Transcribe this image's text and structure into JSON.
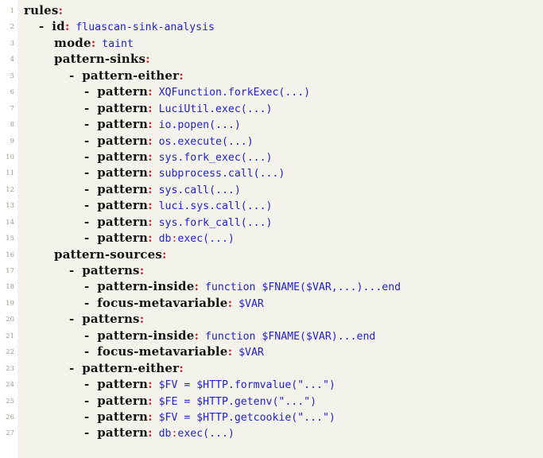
{
  "document": {
    "kind": "code-listing",
    "language": "yaml",
    "background_color": "#f3f2eb",
    "page_background_color": "#ffffff",
    "line_number_color": "#9a9a93",
    "key_color": "#141414",
    "colon_color": "#c8282d",
    "value_color": "#2222d0",
    "first_line_number": 1,
    "last_line_number": 27,
    "total_lines": 27
  },
  "lines": [
    {
      "n": "1",
      "indent": 0,
      "dash": false,
      "key": "rules",
      "value": ""
    },
    {
      "n": "2",
      "indent": 1,
      "dash": true,
      "key": "id",
      "value": "fluascan-sink-analysis"
    },
    {
      "n": "3",
      "indent": 2,
      "dash": false,
      "key": "mode",
      "value": "taint"
    },
    {
      "n": "4",
      "indent": 2,
      "dash": false,
      "key": "pattern-sinks",
      "value": ""
    },
    {
      "n": "5",
      "indent": 3,
      "dash": true,
      "key": "pattern-either",
      "value": ""
    },
    {
      "n": "6",
      "indent": 4,
      "dash": true,
      "key": "pattern",
      "value": "XQFunction.forkExec(...)"
    },
    {
      "n": "7",
      "indent": 4,
      "dash": true,
      "key": "pattern",
      "value": "LuciUtil.exec(...)"
    },
    {
      "n": "8",
      "indent": 4,
      "dash": true,
      "key": "pattern",
      "value": "io.popen(...)"
    },
    {
      "n": "9",
      "indent": 4,
      "dash": true,
      "key": "pattern",
      "value": "os.execute(...)"
    },
    {
      "n": "10",
      "indent": 4,
      "dash": true,
      "key": "pattern",
      "value": "sys.fork_exec(...)"
    },
    {
      "n": "11",
      "indent": 4,
      "dash": true,
      "key": "pattern",
      "value": "subprocess.call(...)"
    },
    {
      "n": "12",
      "indent": 4,
      "dash": true,
      "key": "pattern",
      "value": "sys.call(...)"
    },
    {
      "n": "13",
      "indent": 4,
      "dash": true,
      "key": "pattern",
      "value": "luci.sys.call(...)"
    },
    {
      "n": "14",
      "indent": 4,
      "dash": true,
      "key": "pattern",
      "value": "sys.fork_call(...)"
    },
    {
      "n": "15",
      "indent": 4,
      "dash": true,
      "key": "pattern",
      "value_parts": [
        {
          "t": "db",
          "c": "v"
        },
        {
          "t": ":",
          "c": "r"
        },
        {
          "t": "exec(...)",
          "c": "v"
        }
      ],
      "value": "db:exec(...)"
    },
    {
      "n": "16",
      "indent": 2,
      "dash": false,
      "key": "pattern-sources",
      "value": ""
    },
    {
      "n": "17",
      "indent": 3,
      "dash": true,
      "key": "patterns",
      "value": ""
    },
    {
      "n": "18",
      "indent": 4,
      "dash": true,
      "key": "pattern-inside",
      "value": "function $FNAME($VAR,...)...end"
    },
    {
      "n": "19",
      "indent": 4,
      "dash": true,
      "key": "focus-metavariable",
      "value": "$VAR"
    },
    {
      "n": "20",
      "indent": 3,
      "dash": true,
      "key": "patterns",
      "value": ""
    },
    {
      "n": "21",
      "indent": 4,
      "dash": true,
      "key": "pattern-inside",
      "value": "function $FNAME($VAR)...end"
    },
    {
      "n": "22",
      "indent": 4,
      "dash": true,
      "key": "focus-metavariable",
      "value": "$VAR"
    },
    {
      "n": "23",
      "indent": 3,
      "dash": true,
      "key": "pattern-either",
      "value": ""
    },
    {
      "n": "24",
      "indent": 4,
      "dash": true,
      "key": "pattern",
      "value": "$FV = $HTTP.formvalue(\"...\")"
    },
    {
      "n": "25",
      "indent": 4,
      "dash": true,
      "key": "pattern",
      "value": "$FE = $HTTP.getenv(\"...\")"
    },
    {
      "n": "26",
      "indent": 4,
      "dash": true,
      "key": "pattern",
      "value": "$FV = $HTTP.getcookie(\"...\")"
    },
    {
      "n": "27",
      "indent": 4,
      "dash": true,
      "key": "pattern",
      "value_parts": [
        {
          "t": "db",
          "c": "v"
        },
        {
          "t": ":",
          "c": "r"
        },
        {
          "t": "exec(...)",
          "c": "v"
        }
      ],
      "value": "db:exec(...)"
    }
  ]
}
